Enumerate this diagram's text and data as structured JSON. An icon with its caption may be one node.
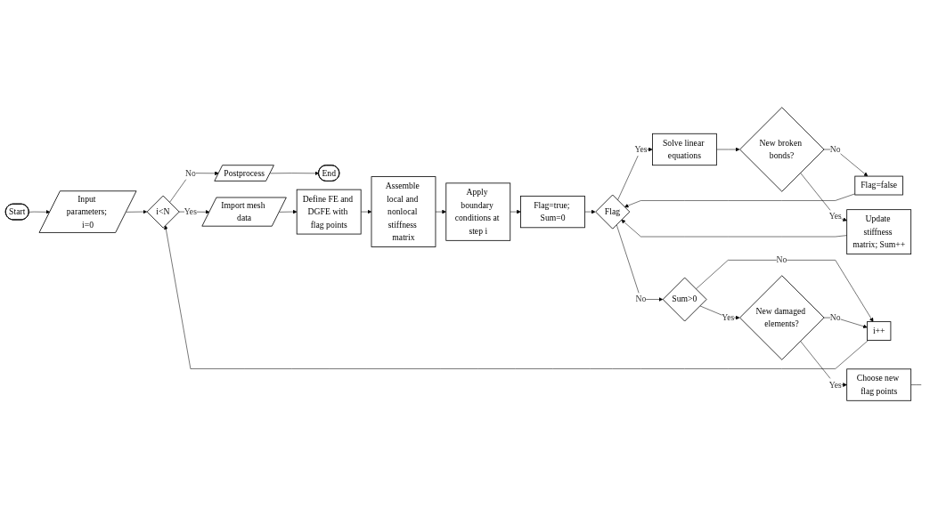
{
  "diagram": {
    "nodes": [
      {
        "text": [
          "Start"
        ]
      },
      {
        "text": [
          "Input parameters; i=0"
        ]
      },
      {
        "text": [
          "i<N"
        ]
      },
      {
        "text": [
          "Postprocess"
        ]
      },
      {
        "text": [
          "End"
        ]
      },
      {
        "text": [
          "Import mesh data"
        ]
      },
      {
        "text": [
          "Define FE and DGFE with flag points"
        ]
      },
      {
        "text": [
          "Assemble local and nonlocal stiffness matrix"
        ]
      },
      {
        "text": [
          "Apply boundary conditions at step i"
        ]
      },
      {
        "text": [
          "Flag=true; Sum=0"
        ]
      },
      {
        "text": [
          "Flag"
        ]
      },
      {
        "text": [
          "Solve linear equations"
        ]
      },
      {
        "text": [
          "New broken bonds?"
        ]
      },
      {
        "text": [
          "Flag=false"
        ]
      },
      {
        "text": [
          "Update stiffness matrix; Sum++"
        ]
      },
      {
        "text": [
          "Sum>0"
        ]
      },
      {
        "text": [
          "i++"
        ]
      },
      {
        "text": [
          "New damaged elements?"
        ]
      },
      {
        "text": [
          "Choose new flag points"
        ]
      }
    ],
    "edges": [
      {
        "from": 0,
        "to": 1,
        "arrow": "to"
      },
      {
        "from": 1,
        "to": 2,
        "arrow": "to"
      },
      {
        "from": 2,
        "to": 3,
        "label": "No",
        "arrow": "to"
      },
      {
        "from": 3,
        "to": 4,
        "arrow": "to"
      },
      {
        "from": 2,
        "to": 5,
        "label": "Yes",
        "arrow": "to"
      },
      {
        "from": 5,
        "to": 6,
        "arrow": "to"
      },
      {
        "from": 6,
        "to": 7,
        "arrow": "to"
      },
      {
        "from": 7,
        "to": 8,
        "arrow": "to"
      },
      {
        "from": 8,
        "to": 9,
        "arrow": "to"
      },
      {
        "from": 9,
        "to": 10,
        "arrow": "to"
      },
      {
        "from": 10,
        "to": 11,
        "label": "Yes",
        "arrow": "to"
      },
      {
        "from": 11,
        "to": 12,
        "arrow": "to"
      },
      {
        "from": 12,
        "to": 14,
        "label": "Yes",
        "arrow": "to"
      },
      {
        "from": 12,
        "to": 13,
        "label": "No",
        "arrow": "to"
      },
      {
        "from": 13,
        "to": 10,
        "arrow": "to"
      },
      {
        "from": 14,
        "to": 10,
        "arrow": "to"
      },
      {
        "from": 10,
        "to": 15,
        "label": "No",
        "arrow": "to"
      },
      {
        "from": 15,
        "to": 16,
        "label": "No",
        "arrow": "to"
      },
      {
        "from": 15,
        "to": 17,
        "label": "Yes",
        "arrow": "to"
      },
      {
        "from": 17,
        "to": 16,
        "label": "No",
        "arrow": "to"
      },
      {
        "from": 17,
        "to": 18,
        "label": "Yes",
        "arrow": "to"
      },
      {
        "from": 16,
        "to": 2,
        "arrow": "to"
      },
      {
        "from": 18,
        "to": null,
        "arrow": "none"
      }
    ]
  }
}
